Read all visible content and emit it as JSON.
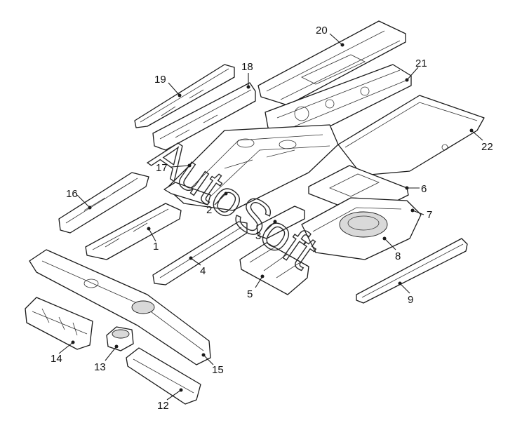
{
  "watermark": "AutoSoft",
  "callouts": [
    "1",
    "2",
    "3",
    "4",
    "5",
    "6",
    "7",
    "8",
    "9",
    "12",
    "13",
    "14",
    "15",
    "16",
    "17",
    "18",
    "19",
    "20",
    "21",
    "22"
  ]
}
